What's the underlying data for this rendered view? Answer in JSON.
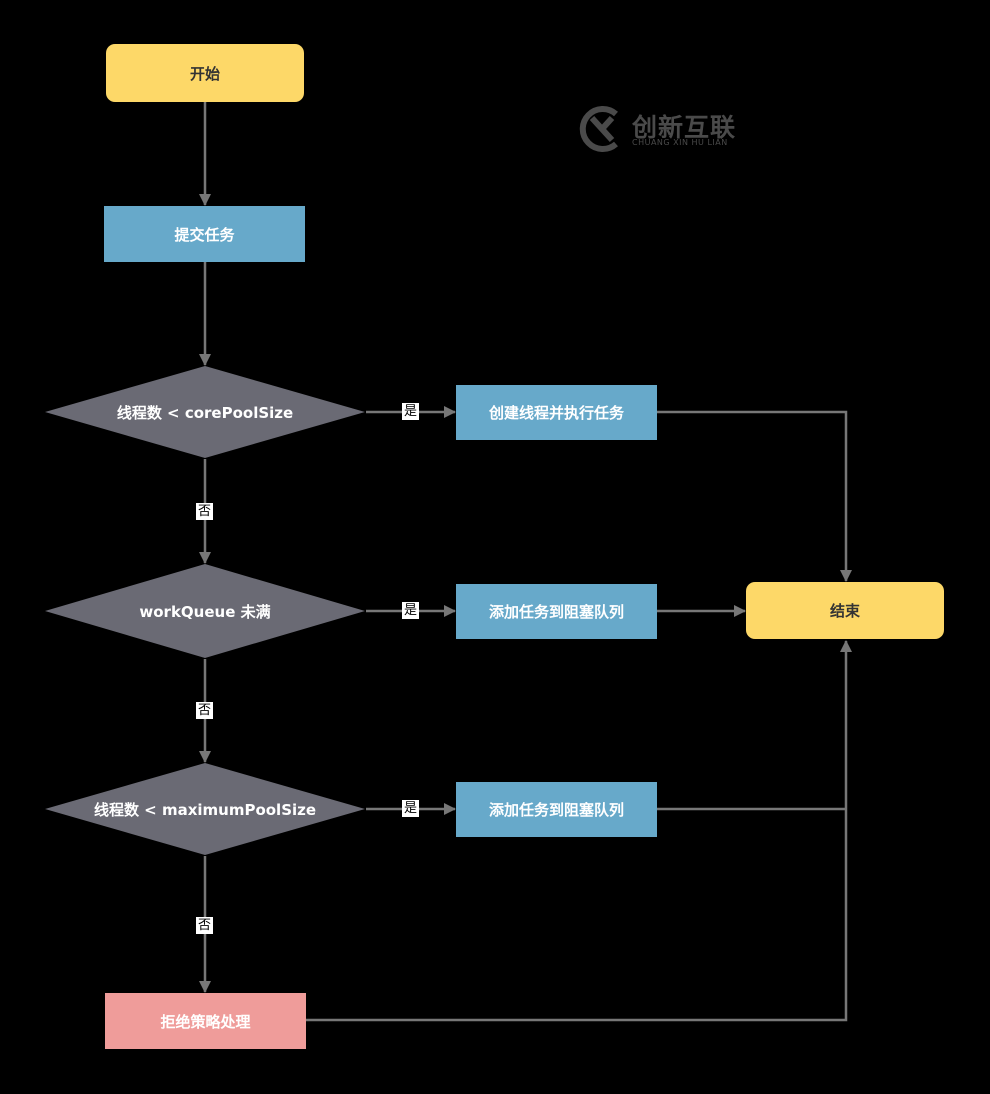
{
  "nodes": {
    "start": "开始",
    "submit": "提交任务",
    "check_core": "线程数 < corePoolSize",
    "create_thread": "创建线程并执行任务",
    "check_queue": "workQueue 未满",
    "add_queue_1": "添加任务到阻塞队列",
    "check_max": "线程数 < maximumPoolSize",
    "add_queue_2": "添加任务到阻塞队列",
    "reject": "拒绝策略处理",
    "end": "结束"
  },
  "edge_labels": {
    "yes": "是",
    "no": "否"
  },
  "watermark": {
    "name": "创新互联",
    "subtitle": "CHUANG XIN HU LIAN"
  },
  "colors": {
    "terminal": "#FDD868",
    "process": "#67A9CA",
    "decision": "#6A6A74",
    "reject": "#EF9C9A",
    "connector": "#777777",
    "background": "#000000"
  }
}
